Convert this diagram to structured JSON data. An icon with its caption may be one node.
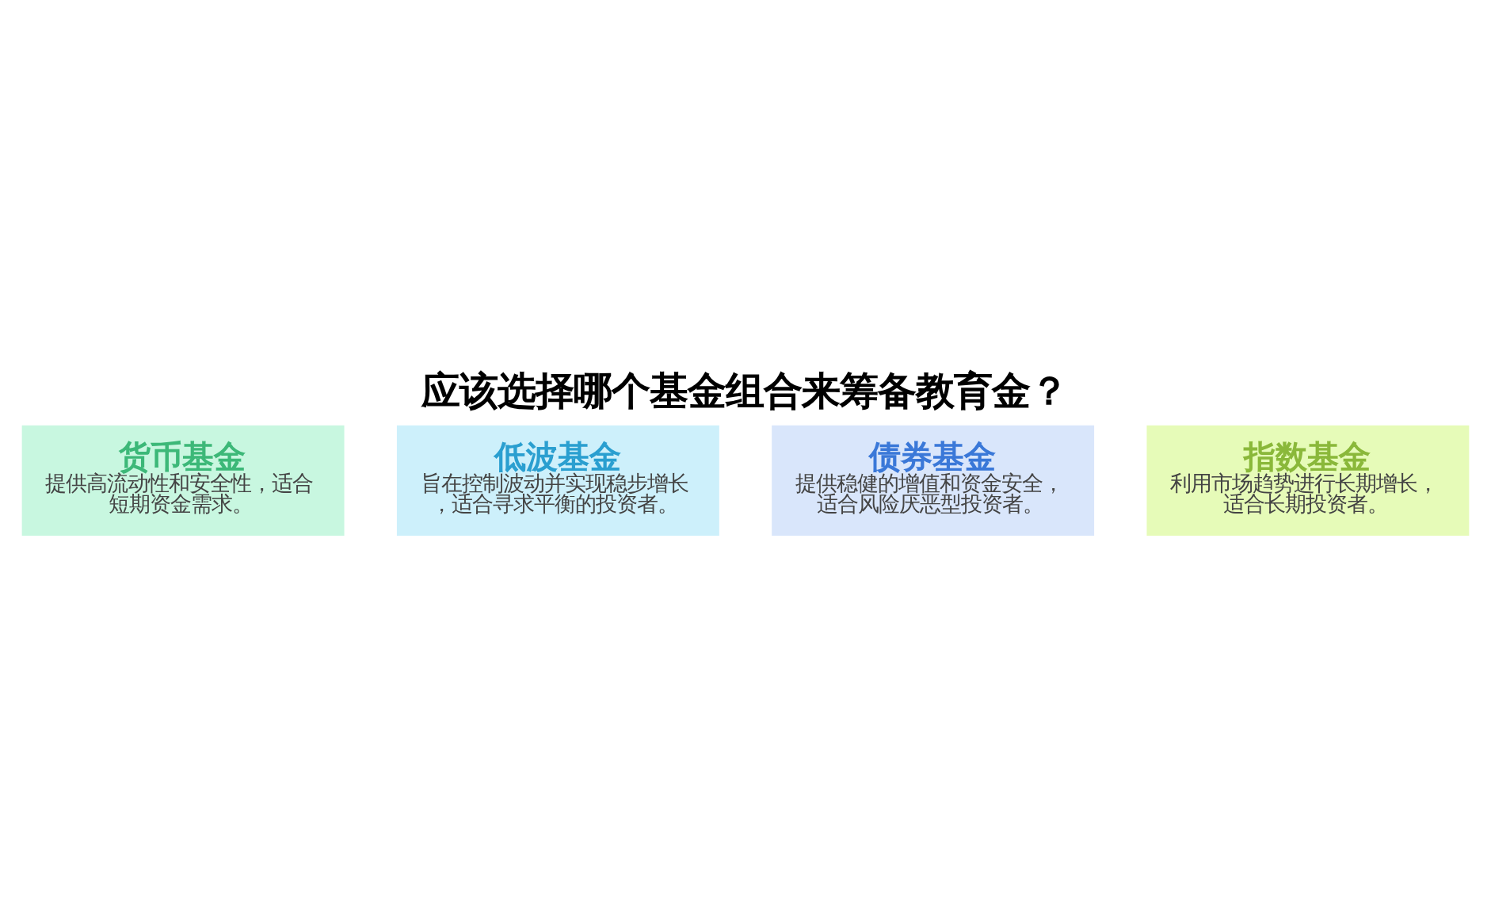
{
  "diagram": {
    "title": "应该选择哪个基金组合来筹备教育金？",
    "nodes": [
      {
        "text": [
          "货币基金",
          "提供高流动性和安全性，适合短期资金需求。"
        ]
      },
      {
        "text": [
          "低波基金",
          "旨在控制波动并实现稳步增长，适合寻求平衡的投资者。"
        ]
      },
      {
        "text": [
          "债券基金",
          "提供稳健的增值和资金安全，适合风险厌恶型投资者。"
        ]
      },
      {
        "text": [
          "指数基金",
          "利用市场趋势进行长期增长，适合长期投资者。"
        ]
      }
    ]
  }
}
